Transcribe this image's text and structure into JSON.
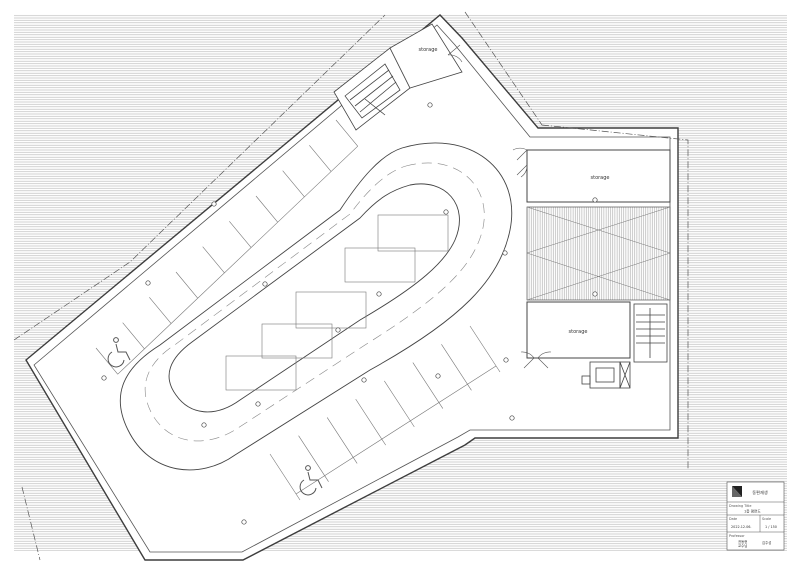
{
  "plan": {
    "labels": {
      "storage_top": "storage",
      "storage_mid": "storage",
      "storage_low": "storage"
    }
  },
  "title_block": {
    "project_name": "동편재생",
    "drawing_title_label": "Drawing Title",
    "drawing_title_value": "1층 평면도",
    "date_label": "Date",
    "date_value": "2022.12.06.",
    "scale_label": "Scale",
    "scale_value": "1 / 150",
    "professor_label": "Professor",
    "professor_value": "권동현\n교수님",
    "student_value": "김주성"
  },
  "colors": {
    "line": "#5a5a5a",
    "hatch": "#b9b9b9",
    "paper": "#ffffff"
  }
}
